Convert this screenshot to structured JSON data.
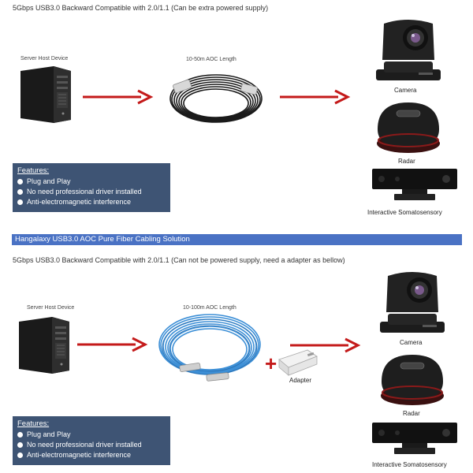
{
  "section1": {
    "header": "5Gbps USB3.0 Backward Compatible with 2.0/1.1 (Can be extra powered supply)",
    "server_label": "Server Host Device",
    "cable_label": "10-50m AOC Length",
    "devices": [
      "Camera",
      "Radar",
      "Interactive Somatosensory"
    ],
    "features": {
      "title": "Features:",
      "items": [
        "Plug and Play",
        "No need professional driver installed",
        "Anti-electromagnetic interference"
      ]
    }
  },
  "banner": "Hangalaxy USB3.0 AOC Pure Fiber Cabling Solution",
  "section2": {
    "header": "5Gbps USB3.0 Backward Compatible with 2.0/1.1 (Can not be powered supply, need a adapter as bellow)",
    "server_label": "Server Host Device",
    "cable_label": "10-100m AOC Length",
    "adapter_label": "Adapter",
    "plus_symbol": "+",
    "devices": [
      "Camera",
      "Radar",
      "Interactive Somatosensory"
    ],
    "features": {
      "title": "Features:",
      "items": [
        "Plug and Play",
        "No need professional driver installed",
        "Anti-electromagnetic interference"
      ]
    }
  },
  "colors": {
    "arrow": "#c41a1a",
    "banner": "#4a72c4",
    "features_bg": "#3e5474",
    "cable1": "#1a1a1a",
    "cable2": "#3d8fd6"
  }
}
